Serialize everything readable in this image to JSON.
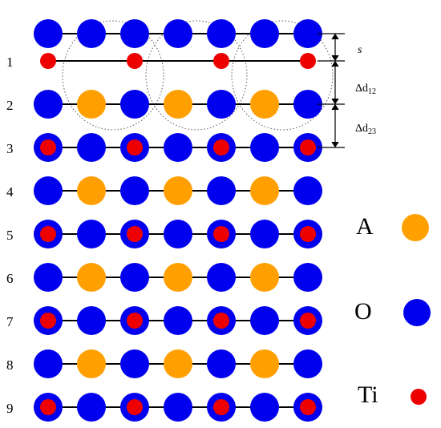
{
  "colors": {
    "O": "#0000ee",
    "A": "#ffa000",
    "Ti": "#ee0000",
    "bond": "#000000",
    "background": "#ffffff"
  },
  "row_labels": [
    "1",
    "2",
    "3",
    "4",
    "5",
    "6",
    "7",
    "8",
    "9"
  ],
  "rows": [
    {
      "label": "",
      "pattern": "O O O O O O O"
    },
    {
      "label": "1",
      "pattern": "Ti - Ti - Ti - Ti"
    },
    {
      "label": "2",
      "pattern": "O A O A O A O"
    },
    {
      "label": "3",
      "pattern": "OTi O OTi O OTi O OTi"
    },
    {
      "label": "4",
      "pattern": "O A O A O A O"
    },
    {
      "label": "5",
      "pattern": "OTi O OTi O OTi O OTi"
    },
    {
      "label": "6",
      "pattern": "O A O A O A O"
    },
    {
      "label": "7",
      "pattern": "OTi O OTi O OTi O OTi"
    },
    {
      "label": "8",
      "pattern": "O A O A O A O"
    },
    {
      "label": "9",
      "pattern": "OTi O OTi O OTi O OTi"
    }
  ],
  "measurements": {
    "s": "s",
    "d12_prefix": "Δd",
    "d12_sub": "12",
    "d23_prefix": "Δd",
    "d23_sub": "23"
  },
  "legend": [
    {
      "label": "A",
      "color_key": "A"
    },
    {
      "label": "O",
      "color_key": "O"
    },
    {
      "label": "Ti",
      "color_key": "Ti"
    }
  ]
}
